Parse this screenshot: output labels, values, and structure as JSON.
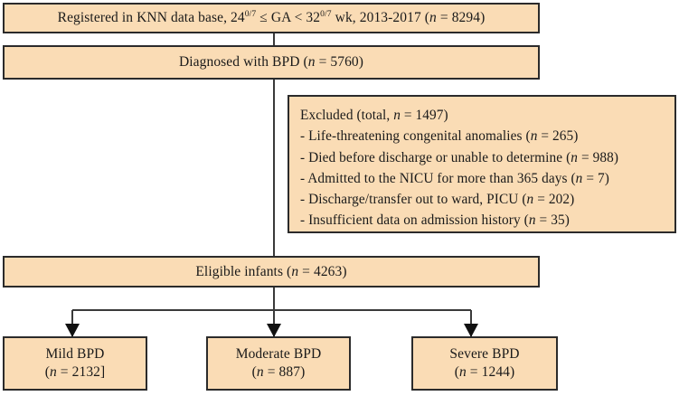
{
  "figure": {
    "type": "flowchart",
    "title": "Study population selection flow diagram",
    "fill_color": "#fadcb5",
    "border_color": "#2b2b2b",
    "connector_color": "#3a3a3a"
  },
  "nodes": {
    "registered": {
      "text_before": "Registered in KNN data base, 24",
      "sup1": "0/7",
      "text_mid1": " ≤ GA < 32",
      "sup2": "0/7",
      "text_mid2": " wk, 2013-2017 (",
      "n_italic": "n",
      "text_after": " = 8294)"
    },
    "diagnosed": {
      "label": "Diagnosed with BPD (",
      "n_italic": "n",
      "value": " = 5760)"
    },
    "excluded": {
      "heading_before": "Excluded (total, ",
      "heading_italic": "n",
      "heading_after": " = 1497)",
      "items": [
        {
          "label": "- Life-threatening congenital anomalies (",
          "n_italic": "n",
          "value": " = 265)"
        },
        {
          "label": "- Died before discharge or unable to determine (",
          "n_italic": "n",
          "value": " = 988)"
        },
        {
          "label": "- Admitted to the NICU for more than 365 days (",
          "n_italic": "n",
          "value": " = 7)"
        },
        {
          "label": "- Discharge/transfer out to ward, PICU (",
          "n_italic": "n",
          "value": " = 202)"
        },
        {
          "label": "- Insufficient data on admission history (",
          "n_italic": "n",
          "value": " = 35)"
        }
      ]
    },
    "eligible": {
      "label": "Eligible infants (",
      "n_italic": "n",
      "value": " = 4263)"
    },
    "mild": {
      "label": "Mild BPD",
      "n_prefix": "(",
      "n_italic": "n",
      "value": " = 2132]"
    },
    "moderate": {
      "label": "Moderate BPD",
      "n_prefix": "(",
      "n_italic": "n",
      "value": " = 887)"
    },
    "severe": {
      "label": "Severe BPD",
      "n_prefix": "(",
      "n_italic": "n",
      "value": " = 1244)"
    }
  },
  "chart_data": {
    "type": "table",
    "title": "Study population selection flow",
    "stages": [
      {
        "stage": "Registered in KNN data base, 24(0/7) <= GA < 32(0/7) wk, 2013-2017",
        "n": 8294
      },
      {
        "stage": "Diagnosed with BPD",
        "n": 5760
      },
      {
        "stage": "Excluded (total)",
        "n": 1497
      },
      {
        "stage": "Excluded: Life-threatening congenital anomalies",
        "n": 265
      },
      {
        "stage": "Excluded: Died before discharge or unable to determine",
        "n": 988
      },
      {
        "stage": "Excluded: Admitted to the NICU for more than 365 days",
        "n": 7
      },
      {
        "stage": "Excluded: Discharge/transfer out to ward, PICU",
        "n": 202
      },
      {
        "stage": "Excluded: Insufficient data on admission history",
        "n": 35
      },
      {
        "stage": "Eligible infants",
        "n": 4263
      },
      {
        "stage": "Mild BPD",
        "n": 2132
      },
      {
        "stage": "Moderate BPD",
        "n": 887
      },
      {
        "stage": "Severe BPD",
        "n": 1244
      }
    ]
  }
}
